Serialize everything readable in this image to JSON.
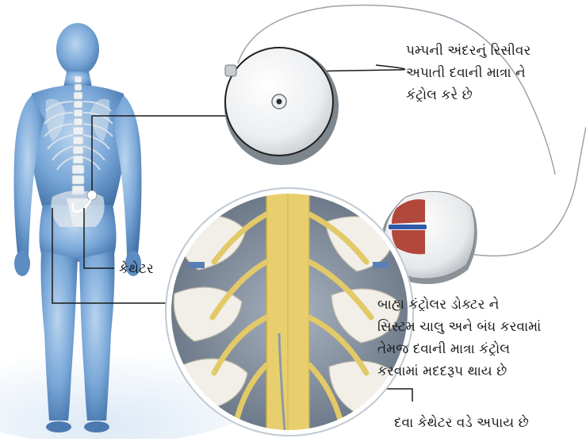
{
  "labels": {
    "receiver": [
      "પમ્પની અંદરનું રિસીવર",
      "અપાતી દવાની માત્રા ને",
      "કંટ્રોલ કરે છે"
    ],
    "catheter": "કેથેટર",
    "external_controller": [
      "બાહ્ય કંટ્રોલર ડોક્ટર ને",
      "સિસ્ટમ ચાલુ અને બંધ કરવામાં",
      "તેમજ દવાની માત્રા કંટ્રોલ",
      "કરવામાં મદદરૂપ થાય છે"
    ],
    "drug_delivery": "દવા કેથેટર વડે અપાય છે"
  },
  "colors": {
    "body": "#6fa0d4",
    "spine": "#e9ecef",
    "nerve": "#e6cc6a",
    "pump": "#f2f3f4",
    "controller_red": "#b2473b",
    "controller_blue": "#2f5aa8"
  }
}
